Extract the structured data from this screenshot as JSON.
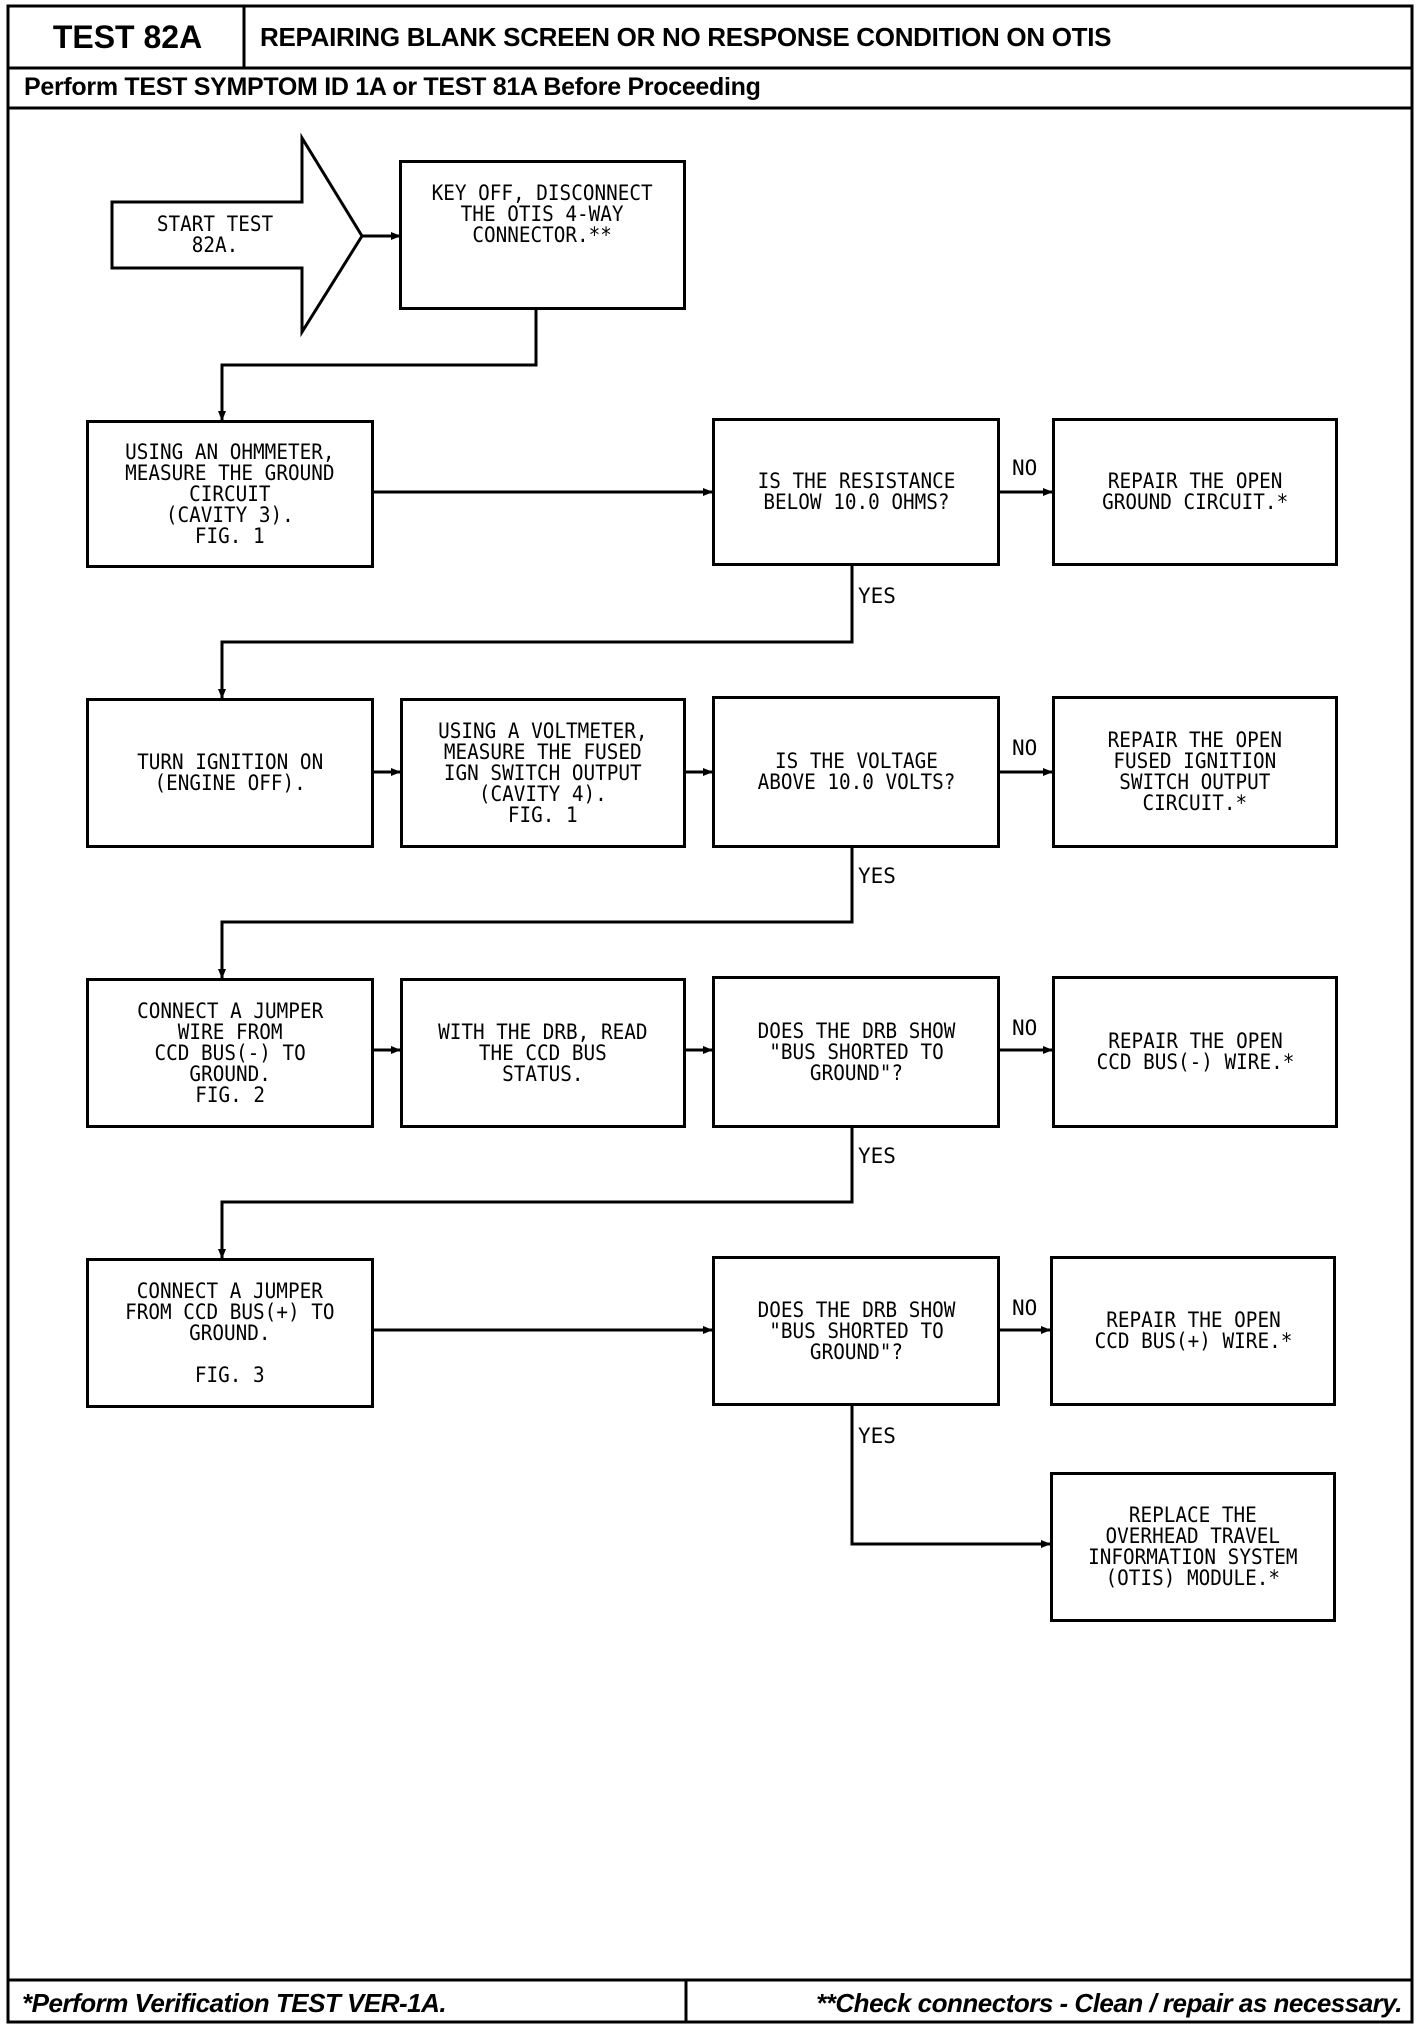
{
  "header": {
    "test_id": "TEST 82A",
    "title": "REPAIRING BLANK SCREEN OR NO RESPONSE CONDITION ON OTIS",
    "prerequisite": "Perform TEST SYMPTOM ID 1A or TEST 81A Before Proceeding"
  },
  "flowchart": {
    "start": "START TEST 82A.",
    "key_off": "KEY OFF, DISCONNECT\nTHE OTIS 4-WAY\nCONNECTOR.**",
    "measure_ground": "USING AN OHMMETER,\nMEASURE THE GROUND\nCIRCUIT\n(CAVITY 3).\nFIG. 1",
    "q_resistance": "IS THE RESISTANCE\nBELOW 10.0 OHMS?",
    "repair_ground": "REPAIR THE OPEN\nGROUND CIRCUIT.*",
    "ignition_on": "TURN IGNITION ON\n(ENGINE OFF).",
    "measure_voltage": "USING A VOLTMETER,\nMEASURE THE FUSED\nIGN SWITCH OUTPUT\n(CAVITY 4).\nFIG. 1",
    "q_voltage": "IS THE VOLTAGE\nABOVE 10.0 VOLTS?",
    "repair_ignition": "REPAIR THE OPEN\nFUSED IGNITION\nSWITCH OUTPUT\nCIRCUIT.*",
    "jumper_minus": "CONNECT A JUMPER\nWIRE FROM\nCCD BUS(-) TO\nGROUND.\nFIG. 2",
    "read_status": "WITH THE DRB, READ\nTHE CCD BUS\nSTATUS.",
    "q_shorted_1": "DOES THE DRB SHOW\n\"BUS SHORTED TO\nGROUND\"?",
    "repair_minus": "REPAIR THE OPEN\nCCD BUS(-) WIRE.*",
    "jumper_plus": "CONNECT A JUMPER\nFROM CCD BUS(+) TO\nGROUND.\n\nFIG. 3",
    "q_shorted_2": "DOES THE DRB SHOW\n\"BUS SHORTED TO\nGROUND\"?",
    "repair_plus": "REPAIR THE OPEN\nCCD BUS(+) WIRE.*",
    "replace_module": "REPLACE THE\nOVERHEAD TRAVEL\nINFORMATION SYSTEM\n(OTIS) MODULE.*",
    "label_no": "NO",
    "label_yes": "YES"
  },
  "footer": {
    "left": "*Perform Verification TEST VER-1A.",
    "right": "**Check connectors - Clean / repair as necessary."
  }
}
